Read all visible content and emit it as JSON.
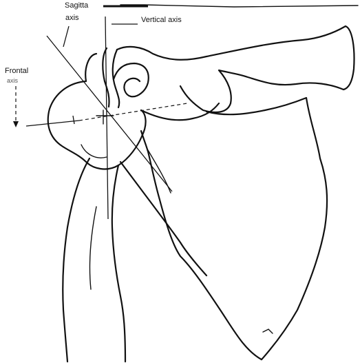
{
  "diagram": {
    "labels": {
      "sagittal_axis_line1": "Sagitta",
      "sagittal_axis_line2": "axis",
      "vertical_axis": "Vertical axis",
      "frontal_axis_line1": "Frontal",
      "frontal_axis_line2": "axis"
    }
  }
}
